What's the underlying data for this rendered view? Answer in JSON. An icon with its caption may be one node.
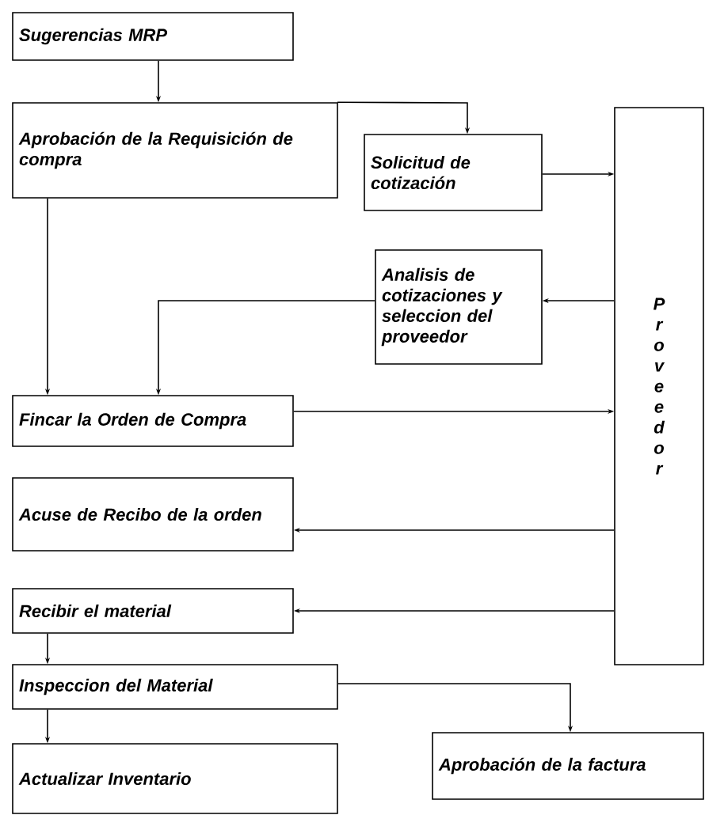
{
  "diagram": {
    "nodes": [
      {
        "text": [
          "Sugerencias MRP"
        ]
      },
      {
        "text": [
          "Aprobación de la Requisición de compra"
        ]
      },
      {
        "text": [
          "Solicitud de cotización"
        ]
      },
      {
        "text": [
          "Proveedor"
        ]
      },
      {
        "text": [
          "Analisis de cotizaciones y seleccion del proveedor"
        ]
      },
      {
        "text": [
          "Fincar la Orden de Compra"
        ]
      },
      {
        "text": [
          "Acuse de Recibo de la orden"
        ]
      },
      {
        "text": [
          "Recibir el material"
        ]
      },
      {
        "text": [
          "Inspeccion del Material"
        ]
      },
      {
        "text": [
          "Actualizar Inventario"
        ]
      },
      {
        "text": [
          "Aprobación de la factura"
        ]
      }
    ],
    "edges": [
      {
        "from": 0,
        "to": 1,
        "arrow": "to"
      },
      {
        "from": 1,
        "to": 2,
        "arrow": "to"
      },
      {
        "from": 1,
        "to": 5,
        "arrow": "to"
      },
      {
        "from": 2,
        "to": 3,
        "arrow": "to"
      },
      {
        "from": 3,
        "to": 4,
        "arrow": "to"
      },
      {
        "from": 4,
        "to": 5,
        "arrow": "to"
      },
      {
        "from": 5,
        "to": 3,
        "arrow": "to"
      },
      {
        "from": 3,
        "to": 6,
        "arrow": "to"
      },
      {
        "from": 3,
        "to": 7,
        "arrow": "to"
      },
      {
        "from": 7,
        "to": 8,
        "arrow": "to"
      },
      {
        "from": 8,
        "to": 9,
        "arrow": "to"
      },
      {
        "from": 8,
        "to": 10,
        "arrow": "to"
      }
    ]
  }
}
